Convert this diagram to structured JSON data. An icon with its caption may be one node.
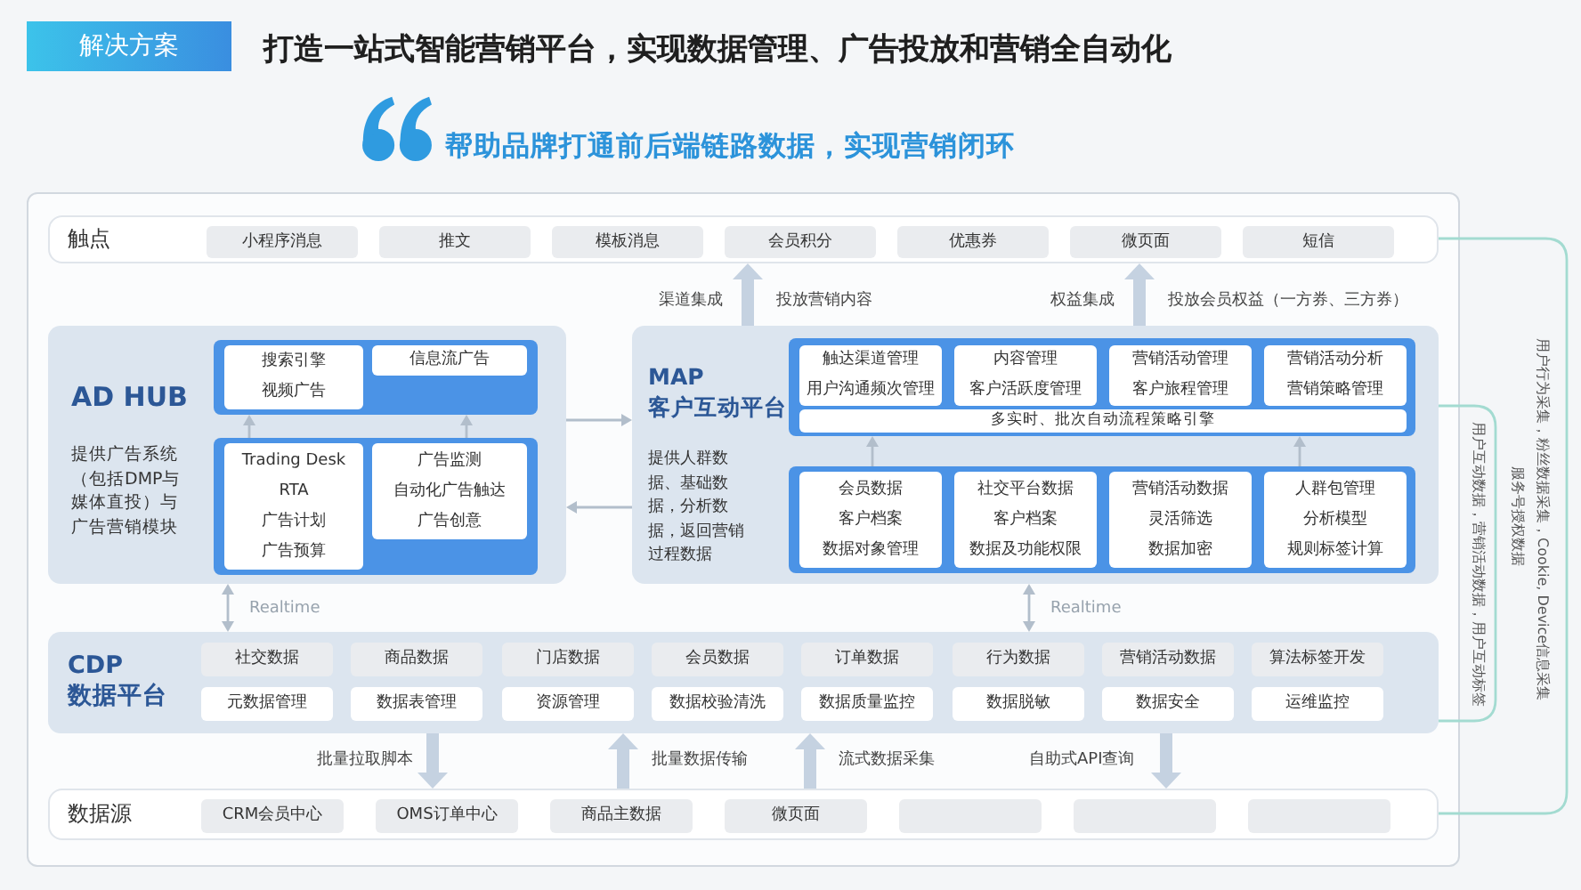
{
  "diagram": {
    "title": "打造一站式智能营销平台，实现数据管理、广告投放和营销全自动化",
    "nodes": [
      {
        "text": [
          "解决方案"
        ]
      },
      {
        "text": [
          "触点"
        ]
      },
      {
        "text": [
          "小程序消息"
        ],
        "in": 1
      },
      {
        "text": [
          "推文"
        ],
        "in": 1
      },
      {
        "text": [
          "模板消息"
        ],
        "in": 1
      },
      {
        "text": [
          "会员积分"
        ],
        "in": 1
      },
      {
        "text": [
          "优惠券"
        ],
        "in": 1
      },
      {
        "text": [
          "微页面"
        ],
        "in": 1
      },
      {
        "text": [
          "短信"
        ],
        "in": 1
      },
      {
        "text": [
          "AD HUB",
          "提供广告系统（包括DMP与媒体直投）与广告营销模块"
        ]
      },
      {
        "text": [],
        "shape": "box",
        "in": 9
      },
      {
        "text": [
          "搜索引擎",
          "视频广告"
        ],
        "in": 10
      },
      {
        "text": [
          "信息流广告"
        ],
        "in": 10
      },
      {
        "text": [],
        "shape": "box",
        "in": 9
      },
      {
        "text": [
          "Trading Desk",
          "RTA",
          "广告计划",
          "广告预算"
        ],
        "in": 13
      },
      {
        "text": [
          "广告监测",
          "自动化广告触达",
          "广告创意"
        ],
        "in": 13
      },
      {
        "text": [
          "MAP 客户互动平台",
          "提供人群数据、基础数据，分析数据，返回营销过程数据"
        ]
      },
      {
        "text": [],
        "shape": "box",
        "in": 16
      },
      {
        "text": [
          "触达渠道管理",
          "用户沟通频次管理"
        ],
        "in": 17
      },
      {
        "text": [
          "内容管理",
          "客户活跃度管理"
        ],
        "in": 17
      },
      {
        "text": [
          "营销活动管理",
          "客户旅程管理"
        ],
        "in": 17
      },
      {
        "text": [
          "营销活动分析",
          "营销策略管理"
        ],
        "in": 17
      },
      {
        "text": [
          "多实时、批次自动流程策略引擎"
        ],
        "in": 17
      },
      {
        "text": [],
        "shape": "box",
        "in": 16
      },
      {
        "text": [
          "会员数据",
          "客户档案",
          "数据对象管理"
        ],
        "in": 23
      },
      {
        "text": [
          "社交平台数据",
          "客户档案",
          "数据及功能权限"
        ],
        "in": 23
      },
      {
        "text": [
          "营销活动数据",
          "灵活筛选",
          "数据加密"
        ],
        "in": 23
      },
      {
        "text": [
          "人群包管理",
          "分析模型",
          "规则标签计算"
        ],
        "in": 23
      },
      {
        "text": [
          "CDP 数据平台"
        ]
      },
      {
        "text": [
          "社交数据"
        ],
        "in": 28
      },
      {
        "text": [
          "商品数据"
        ],
        "in": 28
      },
      {
        "text": [
          "门店数据"
        ],
        "in": 28
      },
      {
        "text": [
          "会员数据"
        ],
        "in": 28
      },
      {
        "text": [
          "订单数据"
        ],
        "in": 28
      },
      {
        "text": [
          "行为数据"
        ],
        "in": 28
      },
      {
        "text": [
          "营销活动数据"
        ],
        "in": 28
      },
      {
        "text": [
          "算法标签开发"
        ],
        "in": 28
      },
      {
        "text": [
          "元数据管理"
        ],
        "in": 28
      },
      {
        "text": [
          "数据表管理"
        ],
        "in": 28
      },
      {
        "text": [
          "资源管理"
        ],
        "in": 28
      },
      {
        "text": [
          "数据校验清洗"
        ],
        "in": 28
      },
      {
        "text": [
          "数据质量监控"
        ],
        "in": 28
      },
      {
        "text": [
          "数据脱敏"
        ],
        "in": 28
      },
      {
        "text": [
          "数据安全"
        ],
        "in": 28
      },
      {
        "text": [
          "运维监控"
        ],
        "in": 28
      },
      {
        "text": [
          "数据源"
        ]
      },
      {
        "text": [
          "CRM会员中心"
        ],
        "in": 45
      },
      {
        "text": [
          "OMS订单中心"
        ],
        "in": 45
      },
      {
        "text": [
          "商品主数据"
        ],
        "in": 45
      },
      {
        "text": [
          "微页面"
        ],
        "in": 45
      },
      {
        "text": [],
        "shape": "box",
        "in": 45
      },
      {
        "text": [],
        "shape": "box",
        "in": 45
      },
      {
        "text": [],
        "shape": "box",
        "in": 45
      }
    ],
    "edges": [
      {
        "from": 16,
        "to": 1,
        "arrow": "to",
        "label": "渠道集成",
        "style": "thick"
      },
      {
        "from": 16,
        "to": 1,
        "arrow": "to",
        "label": "权益集成",
        "style": "thick"
      },
      {
        "from": 13,
        "to": 10,
        "arrow": "to"
      },
      {
        "from": 13,
        "to": 10,
        "arrow": "to"
      },
      {
        "from": 9,
        "to": 16,
        "arrow": "to"
      },
      {
        "from": 16,
        "to": 9,
        "arrow": "to"
      },
      {
        "from": 23,
        "to": 17,
        "arrow": "to"
      },
      {
        "from": 23,
        "to": 17,
        "arrow": "to"
      },
      {
        "from": 9,
        "to": 28,
        "arrow": "both",
        "label": "Realtime"
      },
      {
        "from": 16,
        "to": 28,
        "arrow": "both",
        "label": "Realtime"
      },
      {
        "from": 28,
        "to": 45,
        "arrow": "to",
        "label": "批量拉取脚本",
        "style": "thick"
      },
      {
        "from": 45,
        "to": 28,
        "arrow": "to",
        "label": "批量数据传输",
        "style": "thick"
      },
      {
        "from": 45,
        "to": 28,
        "arrow": "to",
        "label": "流式数据采集",
        "style": "thick"
      },
      {
        "from": 28,
        "to": 45,
        "arrow": "to",
        "label": "自助式API查询",
        "style": "thick"
      },
      {
        "from": 1,
        "to": 45,
        "arrow": "none",
        "label": "用户行为采集，粉丝数据采集，Cookie, Device信息采集",
        "color": "#a3dbd1"
      },
      {
        "from": 16,
        "to": 28,
        "arrow": "none",
        "label": "用户互动数据，营销活动数据，用户互动标签",
        "color": "#a3dbd1"
      }
    ],
    "labels": [
      "帮助品牌打通前后端链路数据，实现营销闭环",
      "投放营销内容",
      "投放会员权益（一方券、三方券）",
      "服务号授权数据"
    ]
  }
}
